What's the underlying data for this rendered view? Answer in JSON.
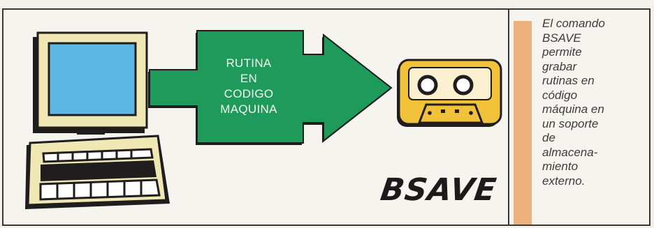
{
  "arrow": {
    "lines": [
      "RUTINA",
      "EN",
      "CODIGO",
      "MAQUINA"
    ]
  },
  "title": "BSAVE",
  "caption": {
    "lines": [
      "El comando",
      "BSAVE",
      "permite",
      "grabar",
      "rutinas en",
      "código",
      "máquina en",
      "un soporte",
      "de",
      "almacena-",
      "miento",
      "externo."
    ]
  },
  "icons": [
    "computer-icon",
    "cassette-tape-icon",
    "right-arrow-icon"
  ],
  "colors": {
    "arrow_green": "#1e9a5a",
    "screen_blue": "#5fb7e3",
    "cassette_yellow": "#f2c13a",
    "accent_orange": "#eeb27e",
    "outline": "#1f1d1d"
  }
}
